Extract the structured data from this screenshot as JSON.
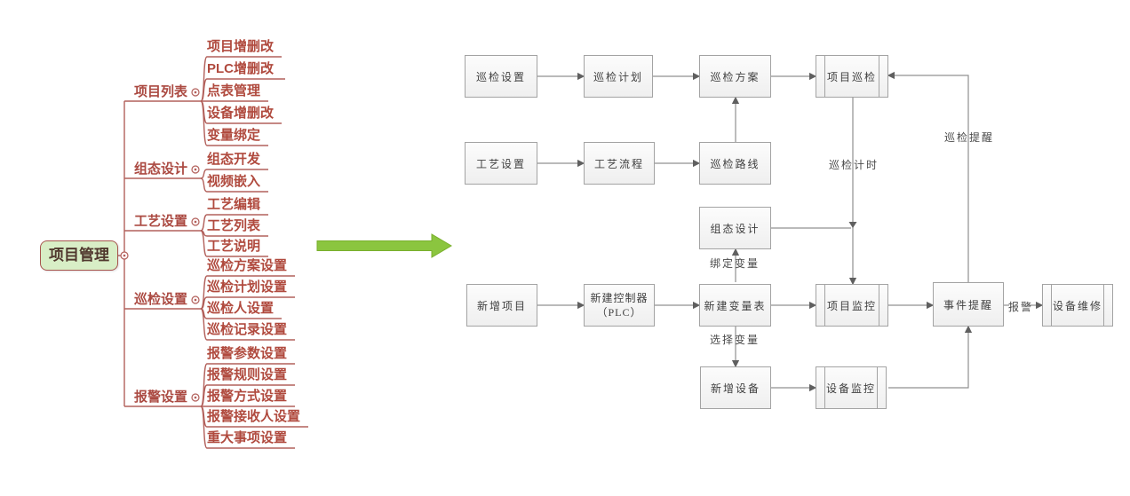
{
  "mindmap": {
    "root": "项目管理",
    "branches": [
      {
        "label": "项目列表",
        "children": [
          "项目增删改",
          "PLC增删改",
          "点表管理",
          "设备增删改",
          "变量绑定"
        ]
      },
      {
        "label": "组态设计",
        "children": [
          "组态开发",
          "视频嵌入"
        ]
      },
      {
        "label": "工艺设置",
        "children": [
          "工艺编辑",
          "工艺列表",
          "工艺说明"
        ]
      },
      {
        "label": "巡检设置",
        "children": [
          "巡检方案设置",
          "巡检计划设置",
          "巡检人设置",
          "巡检记录设置"
        ]
      },
      {
        "label": "报警设置",
        "children": [
          "报警参数设置",
          "报警规则设置",
          "报警方式设置",
          "报警接收人设置",
          "重大事项设置"
        ]
      }
    ]
  },
  "flowchart": {
    "nodes": {
      "inspection_setup": "巡检设置",
      "inspection_plan": "巡检计划",
      "inspection_scheme": "巡检方案",
      "project_inspection": "项目巡检",
      "process_setup": "工艺设置",
      "process_flow": "工艺流程",
      "inspection_route": "巡检路线",
      "scada_design": "组态设计",
      "new_project": "新增项目",
      "new_controller_line1": "新建控制器",
      "new_controller_line2": "（PLC）",
      "new_variable_table": "新建变量表",
      "project_monitor": "项目监控",
      "event_reminder": "事件提醒",
      "device_repair": "设备维修",
      "new_device": "新增设备",
      "device_monitor": "设备监控"
    },
    "edge_labels": {
      "inspection_timing": "巡检计时",
      "inspection_reminder": "巡检提醒",
      "bind_variable": "绑定变量",
      "select_variable": "选择变量",
      "alarm": "报警"
    }
  },
  "colors": {
    "mindmap_line": "#b2605b",
    "mindmap_text": "#b04a3e",
    "root_fill": "#d8eec6",
    "flow_box_border": "#a3a3a3",
    "flow_line": "#909090",
    "arrow_green": "#8bc53f"
  }
}
